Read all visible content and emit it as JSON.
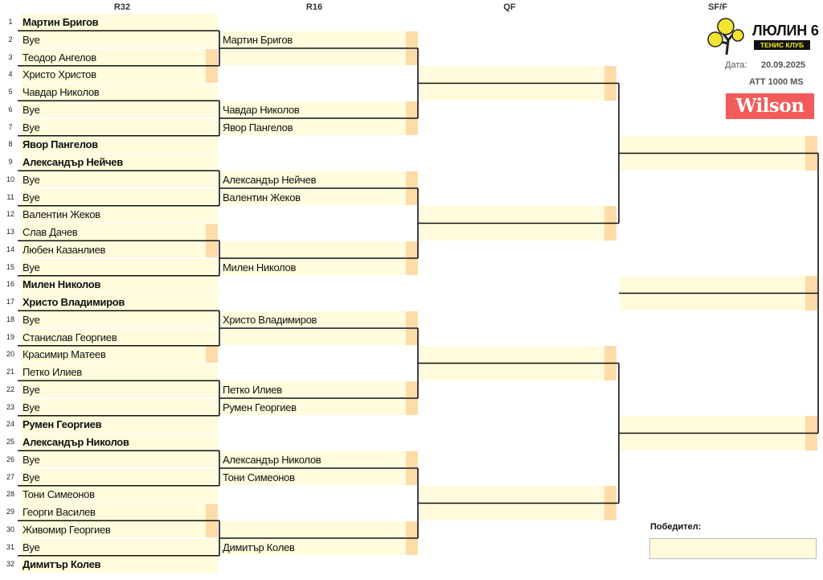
{
  "headers": {
    "r32": "R32",
    "r16": "R16",
    "qf": "QF",
    "sf": "SF/F"
  },
  "club": {
    "name": "ЛЮЛИН 6",
    "subtitle": "ТЕНИС КЛУБ"
  },
  "date_label": "Дата:",
  "date_value": "20.09.2025",
  "tournament": "ATT 1000 MS",
  "sponsor": "Wilson",
  "winner_label": "Победител:",
  "winner_value": "",
  "r32": [
    {
      "num": "1",
      "name": "Мартин Бригов",
      "seed": true
    },
    {
      "num": "2",
      "name": "Bye",
      "seed": false
    },
    {
      "num": "3",
      "name": "Теодор Ангелов",
      "seed": false
    },
    {
      "num": "4",
      "name": "Христо Христов",
      "seed": false
    },
    {
      "num": "5",
      "name": "Чавдар Николов",
      "seed": false
    },
    {
      "num": "6",
      "name": "Bye",
      "seed": false
    },
    {
      "num": "7",
      "name": "Bye",
      "seed": false
    },
    {
      "num": "8",
      "name": "Явор Пангелов",
      "seed": true
    },
    {
      "num": "9",
      "name": "Александър Нейчев",
      "seed": true
    },
    {
      "num": "10",
      "name": "Bye",
      "seed": false
    },
    {
      "num": "11",
      "name": "Bye",
      "seed": false
    },
    {
      "num": "12",
      "name": "Валентин Жеков",
      "seed": false
    },
    {
      "num": "13",
      "name": "Слав Дачев",
      "seed": false
    },
    {
      "num": "14",
      "name": "Любен Казанлиев",
      "seed": false
    },
    {
      "num": "15",
      "name": "Bye",
      "seed": false
    },
    {
      "num": "16",
      "name": "Милен Николов",
      "seed": true
    },
    {
      "num": "17",
      "name": "Христо Владимиров",
      "seed": true
    },
    {
      "num": "18",
      "name": "Bye",
      "seed": false
    },
    {
      "num": "19",
      "name": "Станислав Георгиев",
      "seed": false
    },
    {
      "num": "20",
      "name": "Красимир Матеев",
      "seed": false
    },
    {
      "num": "21",
      "name": "Петко Илиев",
      "seed": false
    },
    {
      "num": "22",
      "name": "Bye",
      "seed": false
    },
    {
      "num": "23",
      "name": "Bye",
      "seed": false
    },
    {
      "num": "24",
      "name": "Румен Георгиев",
      "seed": true
    },
    {
      "num": "25",
      "name": "Александър Николов",
      "seed": true
    },
    {
      "num": "26",
      "name": "Bye",
      "seed": false
    },
    {
      "num": "27",
      "name": "Bye",
      "seed": false
    },
    {
      "num": "28",
      "name": "Тони Симеонов",
      "seed": false
    },
    {
      "num": "29",
      "name": "Георги Василев",
      "seed": false
    },
    {
      "num": "30",
      "name": "Живомир Георгиев",
      "seed": false
    },
    {
      "num": "31",
      "name": "Bye",
      "seed": false
    },
    {
      "num": "32",
      "name": "Димитър Колев",
      "seed": true
    }
  ],
  "r16": [
    "Мартин Бригов",
    "",
    "Чавдар Николов",
    "Явор Пангелов",
    "Александър Нейчев",
    "Валентин Жеков",
    "",
    "Милен Николов",
    "Христо Владимиров",
    "",
    "Петко Илиев",
    "Румен Георгиев",
    "Александър Николов",
    "Тони Симеонов",
    "",
    "Димитър Колев"
  ],
  "qf": [
    "",
    "",
    "",
    "",
    "",
    "",
    "",
    ""
  ],
  "sf": [
    "",
    "",
    "",
    ""
  ],
  "final": [
    "",
    ""
  ]
}
